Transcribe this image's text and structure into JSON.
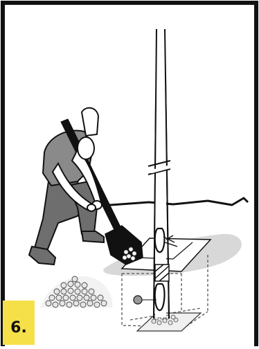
{
  "step": {
    "label": "6."
  },
  "colors": {
    "badge": "#f6e04a",
    "outline": "#111111",
    "shirt": "#8a8a8a",
    "pants": "#6e6e6e",
    "skin": "#ffffff",
    "ground_shadow": "#d8d8d8",
    "gravel": "#e6e6e6"
  },
  "scene": {
    "items": [
      "worker-figure",
      "shovel",
      "pole",
      "ground-line",
      "gravel-pile",
      "post-hole",
      "anchor-clip"
    ]
  }
}
